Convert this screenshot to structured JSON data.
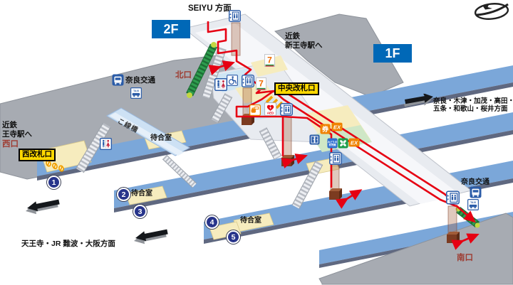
{
  "floors": {
    "f2": "2F",
    "f1": "1F"
  },
  "destinations": {
    "seiyu": "SEIYU 方面",
    "kintetsu_shinoji_l1": "近鉄",
    "kintetsu_shinoji_l2": "新王寺駅へ",
    "kintetsu_oji_l1": "近鉄",
    "kintetsu_oji_l2": "王寺駅へ",
    "osaka": "天王寺・JR 難波・大阪方面",
    "nara_l1": "奈良・木津・加茂・高田・",
    "nara_l2": "五条・和歌山・桜井方面"
  },
  "exits": {
    "north": "北口",
    "west": "西口",
    "south": "南口"
  },
  "gates": {
    "west": "西改札口",
    "central": "中央改札口"
  },
  "facilities": {
    "waiting_room": "待合室",
    "overpass": "こ線橋",
    "nara_bus": "奈良交通"
  },
  "platforms": {
    "n1": "1",
    "n2": "2",
    "n3": "3",
    "n4": "4",
    "n5": "5"
  },
  "icon_text": {
    "seven": "7",
    "aed": "AED",
    "taxi": "TAXI",
    "ticket": "券",
    "ex": "EX",
    "midori_l1": "みどりの",
    "midori_l2": "券売機"
  },
  "colors": {
    "floor_badge": "#0068b7",
    "platform": "#7ba7d9",
    "route": "#e60012",
    "gate_badge": "#ffd800",
    "exit_text": "#9e3b30",
    "escalator": "#2f9e4f"
  }
}
